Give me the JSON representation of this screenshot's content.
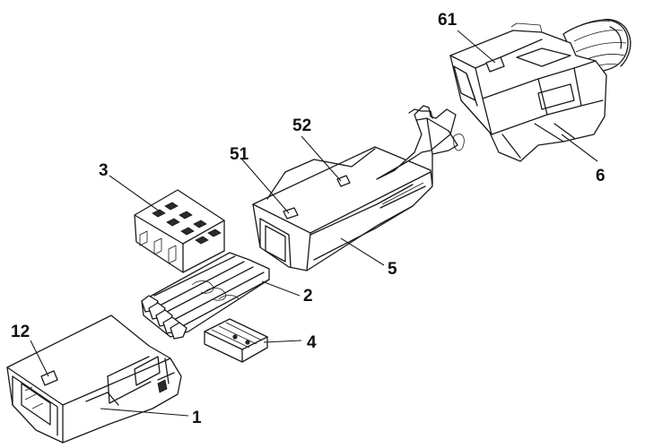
{
  "labels": {
    "l1": "1",
    "l2": "2",
    "l3": "3",
    "l4": "4",
    "l5": "5",
    "l6": "6",
    "l12": "12",
    "l51": "51",
    "l52": "52",
    "l61": "61"
  }
}
